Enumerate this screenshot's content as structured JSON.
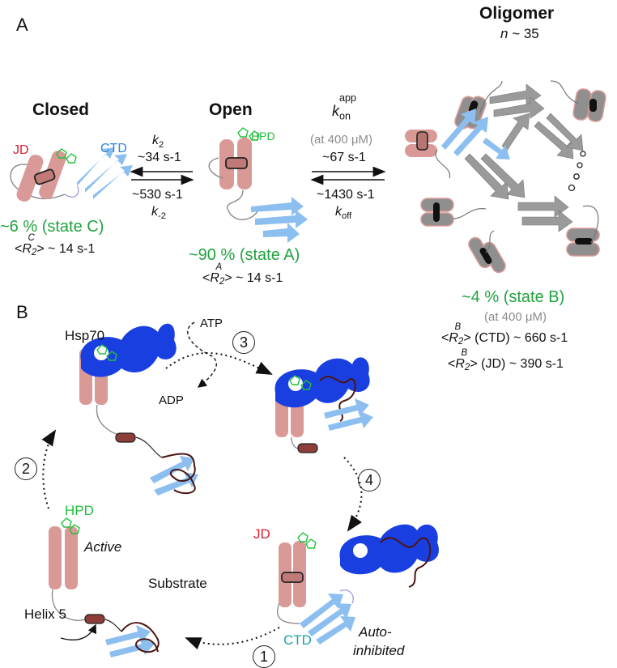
{
  "panel_a": {
    "letter": "A",
    "closed": {
      "title": "Closed",
      "jd": "JD",
      "ctd": "CTD",
      "pct": "~6 % (state C)",
      "r2_sup": "C",
      "r2_value": "~ 14 s-1"
    },
    "open": {
      "title": "Open",
      "hpd": "HPD",
      "pct": "~90 % (state A)",
      "r2_sup": "A",
      "r2_value": "~ 14 s-1"
    },
    "oligomer": {
      "title": "Oligomer",
      "n_label": "n",
      "n_value": "~ 35",
      "pct": "~4 % (state B)",
      "conc": "(at 400 μM)",
      "r2_sup": "B",
      "r2_ctd": "(CTD) ~ 660 s-1",
      "r2_jd": "(JD) ~ 390 s-1"
    },
    "eq1": {
      "k2": "k",
      "k2_sub": "2",
      "k2_value": "~34 s-1",
      "km2_value": "~530 s-1",
      "km2": "k",
      "km2_sub": "-2"
    },
    "eq2": {
      "kon": "k",
      "kon_sub": "on",
      "kon_sup": "app",
      "kon_conc": "(at 400 μM)",
      "kon_value": "~67 s-1",
      "koff_value": "~1430 s-1",
      "koff": "k",
      "koff_sub": "off"
    }
  },
  "panel_b": {
    "letter": "B",
    "hsp70": "Hsp70",
    "atp": "ATP",
    "adp": "ADP",
    "step1": "1",
    "step2": "2",
    "step3": "3",
    "step4": "4",
    "hpd": "HPD",
    "active": "Active",
    "substrate": "Substrate",
    "helix5": "Helix 5",
    "jd": "JD",
    "ctd": "CTD",
    "auto": "Auto-",
    "inhibited": "inhibited"
  },
  "colors": {
    "jd_pink": "#d99a97",
    "ctd_blue": "#8cbff0",
    "hsp70_blue": "#1a3fe0",
    "green_text": "#21a33f",
    "helix_dark": "#8e3e3a",
    "grey_strand": "#9a9a9a"
  }
}
